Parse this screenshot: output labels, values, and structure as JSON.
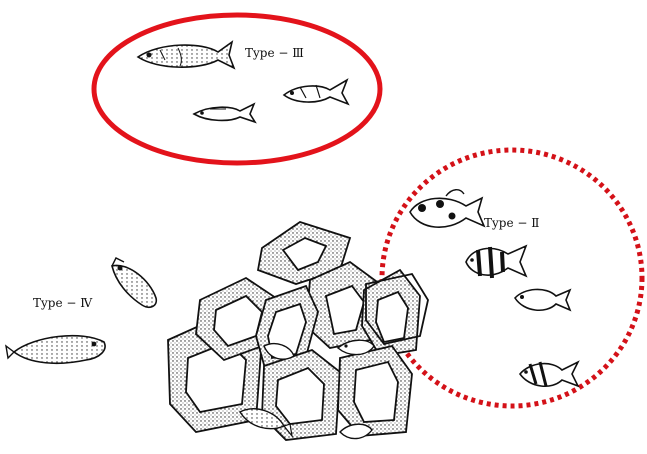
{
  "labels": {
    "type3": "Type − Ⅲ",
    "type2": "Type − Ⅱ",
    "type4": "Type − Ⅳ"
  },
  "colors": {
    "highlight": "#e3131b",
    "ink": "#111111"
  },
  "icons": [
    "fish-icon",
    "artificial-reef-icon"
  ]
}
